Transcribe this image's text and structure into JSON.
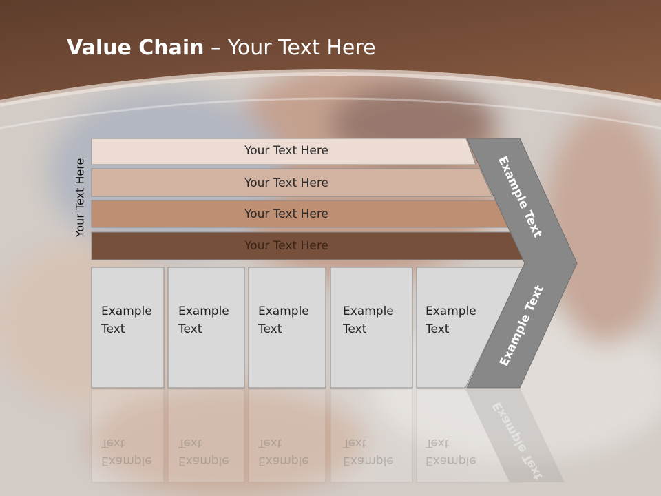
{
  "slide": {
    "title_bold": "Value Chain",
    "title_rest": " – Your Text Here",
    "side_label": "Your Text Here"
  },
  "bars": [
    {
      "label": "Your Text Here",
      "color": "#ecdcd3"
    },
    {
      "label": "Your Text Here",
      "color": "#d3b3a1"
    },
    {
      "label": "Your Text Here",
      "color": "#bf8f73"
    },
    {
      "label": "Your Text Here",
      "color": "#77503b"
    }
  ],
  "boxes": [
    {
      "line1": "Example",
      "line2": "Text"
    },
    {
      "line1": "Example",
      "line2": "Text"
    },
    {
      "line1": "Example",
      "line2": "Text"
    },
    {
      "line1": "Example",
      "line2": "Text"
    },
    {
      "line1": "Example",
      "line2": "Text"
    }
  ],
  "chevron": {
    "upper_label": "Example Text",
    "lower_label": "Example Text",
    "color": "#888888"
  },
  "colors": {
    "header_brown": "#7a4e38",
    "box_fill": "#d9d9d9"
  }
}
